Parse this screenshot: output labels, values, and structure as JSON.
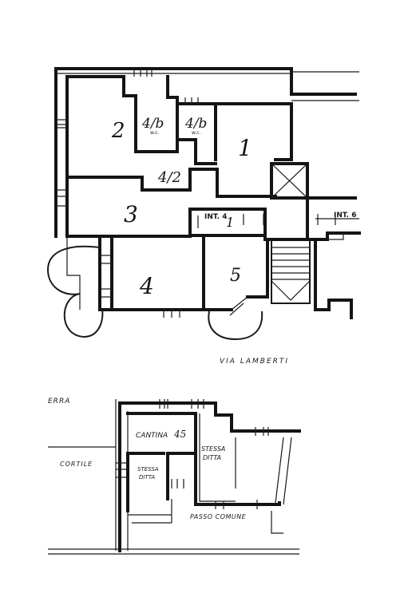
{
  "upper_plan": {
    "rooms": {
      "room_1": "1",
      "room_2": "2",
      "room_3": "3",
      "room_4": "4",
      "room_5": "5",
      "room_4a": "4/b",
      "room_4b": "4/b",
      "room_4c": "4/2",
      "wc_a": "w.c.",
      "wc_b": "w.c."
    },
    "int_left": "INT. 4",
    "int_left_extra": "1",
    "int_right": "INT. 6",
    "street": "VIA LAMBERTI"
  },
  "lower_plan": {
    "terra": "ERRA",
    "cortile": "CORTILE",
    "cantina": "CANTINA",
    "cantina_num": "45",
    "stessa_ditta_a_1": "STESSA",
    "stessa_ditta_a_2": "DITTA",
    "stessa_ditta_b_1": "STESSA",
    "stessa_ditta_b_2": "DITTA",
    "passo_comune": "PASSO COMUNE"
  }
}
